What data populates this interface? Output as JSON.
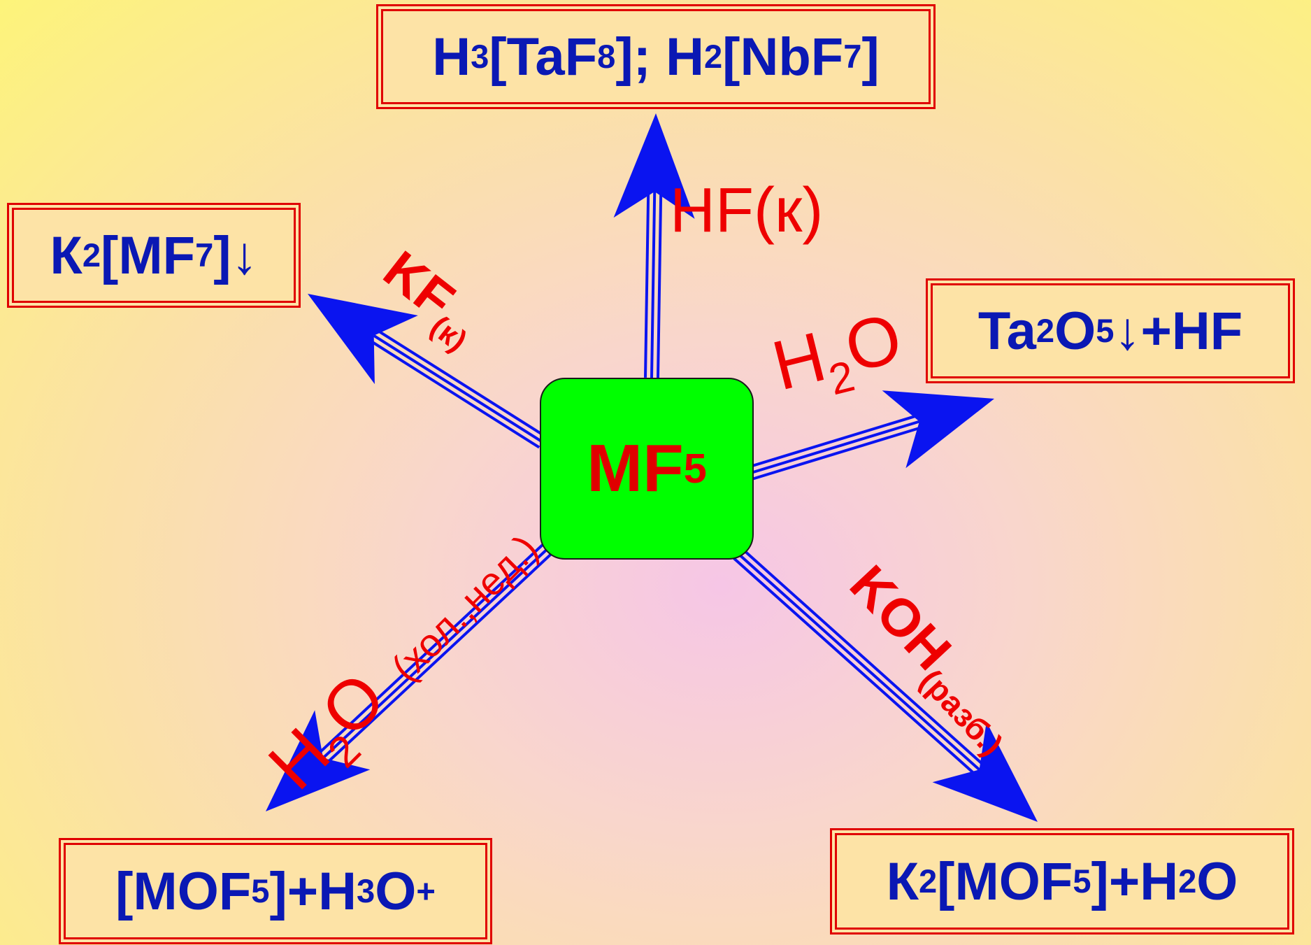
{
  "center": {
    "formula": "MF",
    "sub": "5"
  },
  "products": {
    "top": [
      {
        "t": "H"
      },
      {
        "t": "3",
        "sub": true
      },
      {
        "t": "[TaF"
      },
      {
        "t": "8",
        "sub": true
      },
      {
        "t": "]; H"
      },
      {
        "t": "2",
        "sub": true
      },
      {
        "t": "[NbF"
      },
      {
        "t": "7",
        "sub": true
      },
      {
        "t": "]"
      }
    ],
    "left": [
      {
        "t": "К"
      },
      {
        "t": "2",
        "sub": true
      },
      {
        "t": "[MF"
      },
      {
        "t": "7",
        "sub": true
      },
      {
        "t": "]↓"
      }
    ],
    "right": [
      {
        "t": "Ta"
      },
      {
        "t": "2",
        "sub": true
      },
      {
        "t": "O"
      },
      {
        "t": "5",
        "sub": true
      },
      {
        "t": "↓+HF"
      }
    ],
    "bottom_left": [
      {
        "t": "[MOF"
      },
      {
        "t": "5",
        "sub": true
      },
      {
        "t": "]+H"
      },
      {
        "t": "3",
        "sub": true
      },
      {
        "t": "O"
      },
      {
        "t": "+",
        "sup": true
      }
    ],
    "bottom_right": [
      {
        "t": "К"
      },
      {
        "t": "2",
        "sub": true
      },
      {
        "t": "[MOF"
      },
      {
        "t": "5",
        "sub": true
      },
      {
        "t": "]+H"
      },
      {
        "t": "2",
        "sub": true
      },
      {
        "t": "O"
      }
    ]
  },
  "reagents": {
    "hf": {
      "main": "HF(к)"
    },
    "kf": {
      "main": "KF",
      "sub": "(к)"
    },
    "h2o_right": {
      "a": "H",
      "sub": "2",
      "b": "O"
    },
    "h2o_cold": {
      "a": "H",
      "sub": "2",
      "b": "O",
      "cond": "(хол.,нед.)"
    },
    "koh": {
      "main": "KOH",
      "sub": "(разб.)"
    }
  },
  "colors": {
    "arrow": "#0a14f0",
    "text_product": "#0a18b4",
    "text_reagent": "#ee0000",
    "box_border": "#e00000",
    "center_fill": "#00ff00"
  }
}
